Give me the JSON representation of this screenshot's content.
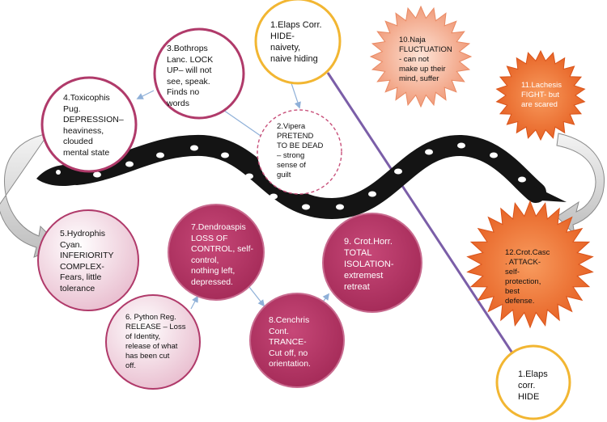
{
  "colors": {
    "pink_stroke": "#b03a6a",
    "deep_pink_fill": "#b0305e",
    "light_pink_fill": "#f1d3df",
    "gold_stroke": "#f2b632",
    "purple_line": "#7b5ea8",
    "arrow_blue": "#8fb0d8",
    "snake": "#141414",
    "orange_star": "#ea6a2a",
    "salmon_star": "#f19b7a"
  },
  "nodes": {
    "n1_top": {
      "lines": [
        "1.Elaps Corr.",
        "HIDE-",
        "naivety,",
        "naive hiding"
      ]
    },
    "n2": {
      "lines": [
        "2.Vipera",
        "PRETEND",
        "TO BE DEAD",
        "– strong",
        "sense of",
        "guilt"
      ]
    },
    "n3": {
      "lines": [
        "3.Bothrops",
        "Lanc. LOCK",
        "UP– will not",
        "see, speak.",
        "Finds no",
        "words"
      ]
    },
    "n4": {
      "lines": [
        "4.Toxicophis",
        "Pug.",
        "DEPRESSION–",
        "heaviness,",
        "clouded",
        "mental state"
      ]
    },
    "n5": {
      "lines": [
        "5.Hydrophis",
        "Cyan.",
        "INFERIORITY",
        "COMPLEX-",
        "Fears, little",
        "tolerance"
      ]
    },
    "n6": {
      "lines": [
        "6. Python Reg.",
        "RELEASE – Loss",
        "of Identity,",
        "release of what",
        "has been cut",
        "off."
      ]
    },
    "n7": {
      "lines": [
        "7.Dendroaspis",
        "LOSS OF",
        "CONTROL, self-",
        "control,",
        "nothing left,",
        "depressed."
      ]
    },
    "n8": {
      "lines": [
        "8.Cenchris",
        "Cont.",
        "TRANCE-",
        "Cut off, no",
        "orientation."
      ]
    },
    "n9": {
      "lines": [
        "9. Crot.Horr.",
        "TOTAL",
        "ISOLATION-",
        "extremest",
        "retreat"
      ]
    },
    "n10": {
      "lines": [
        "10.Naja",
        "FLUCTUATION",
        "- can not",
        "make up their",
        "mind, suffer"
      ]
    },
    "n11": {
      "lines": [
        "11.Lachesis",
        "FIGHT- but",
        "are scared"
      ]
    },
    "n12": {
      "lines": [
        "12.Crot.Casc",
        ". ATTACK-",
        "self-",
        "protection,",
        "best",
        "defense."
      ]
    },
    "n1_bottom": {
      "lines": [
        "1.Elaps",
        "corr.",
        "HIDE"
      ]
    }
  }
}
